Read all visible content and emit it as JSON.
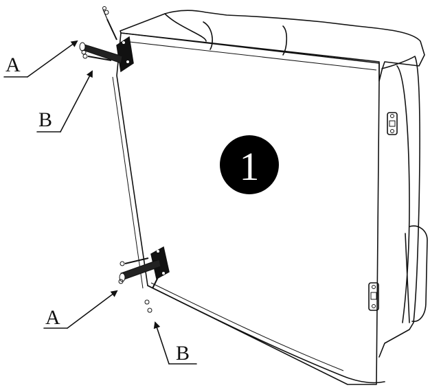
{
  "diagram": {
    "step_number": "1",
    "callouts": [
      {
        "id": "leg-top-a",
        "text": "A"
      },
      {
        "id": "screw-top-b",
        "text": "B"
      },
      {
        "id": "leg-bottom-a",
        "text": "A"
      },
      {
        "id": "screw-bottom-b",
        "text": "B"
      }
    ],
    "colors": {
      "ink": "#111111",
      "paper": "#ffffff",
      "badge": "#000000"
    }
  }
}
